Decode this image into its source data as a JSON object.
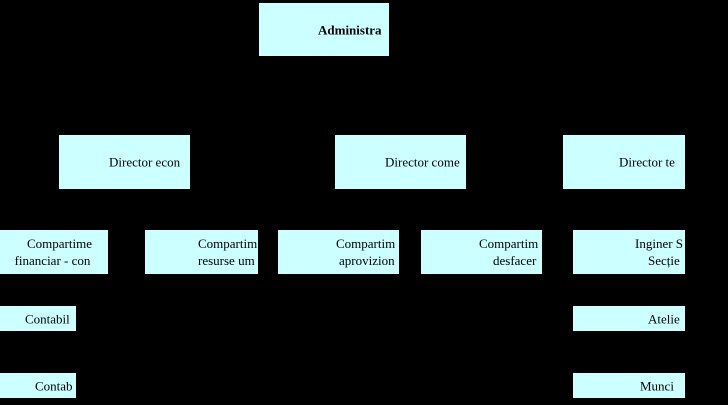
{
  "colors": {
    "background": "#000000",
    "box_fill": "#CCFFFF",
    "text": "#000000"
  },
  "org_chart": {
    "root": {
      "label": "Administra"
    },
    "directors": [
      {
        "label": "Director econ"
      },
      {
        "label": "Director come"
      },
      {
        "label": "Director te"
      }
    ],
    "departments": [
      {
        "line1": "Compartime",
        "line2": "financiar - con"
      },
      {
        "line1": "Compartim",
        "line2": "resurse um"
      },
      {
        "line1": "Compartim",
        "line2": "aprovizion"
      },
      {
        "line1": "Compartim",
        "line2": "desfacer"
      },
      {
        "line1": "Inginer S",
        "line2": "Secție"
      }
    ],
    "level4": [
      {
        "label": "Contabil"
      },
      {
        "label": "Atelie"
      }
    ],
    "level5": [
      {
        "label": "Contab"
      },
      {
        "label": "Munci"
      }
    ]
  }
}
